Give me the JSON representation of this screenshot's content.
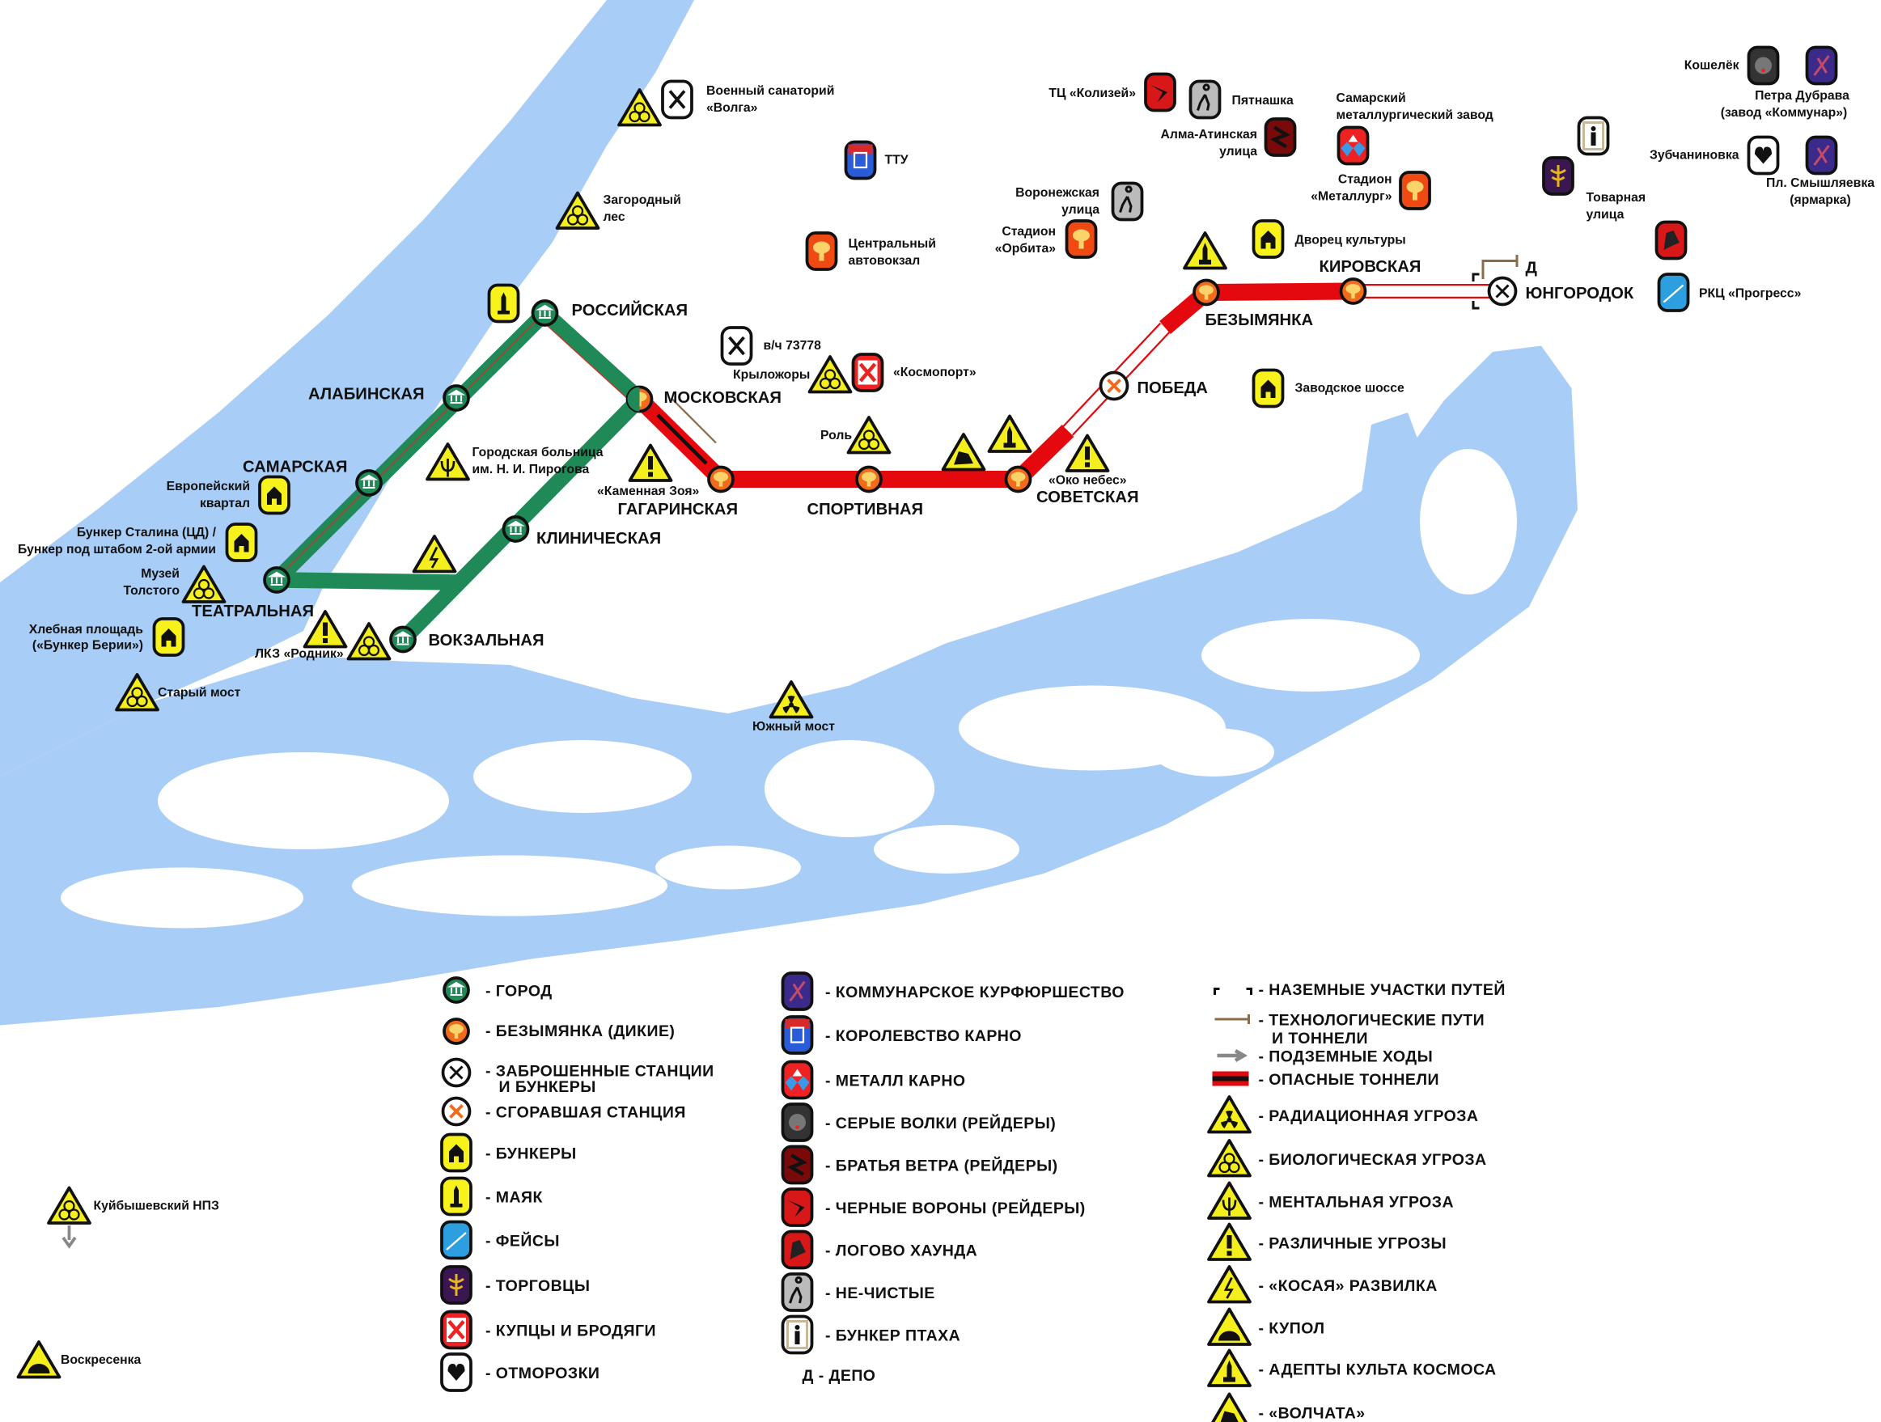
{
  "colors": {
    "water": "#a8cdf7",
    "city_line": "#1f8a57",
    "bez_line": "#e4090f",
    "triangle": "#f4ee1c",
    "bunker": "#f7f21c"
  },
  "stations": {
    "rossiyskaya": "РОССИЙСКАЯ",
    "alabinskaya": "АЛАБИНСКАЯ",
    "samarskaya": "САМАРСКАЯ",
    "teatralnaya": "ТЕАТРАЛЬНАЯ",
    "klinicheskaya": "КЛИНИЧЕСКАЯ",
    "vokzalnaya": "ВОКЗАЛЬНАЯ",
    "moskovskaya": "МОСКОВСКАЯ",
    "gagarinskaya": "ГАГАРИНСКАЯ",
    "sportivnaya": "СПОРТИВНАЯ",
    "sovetskaya": "СОВЕТСКАЯ",
    "pobeda": "ПОБЕДА",
    "bezymyanka": "БЕЗЫМЯНКА",
    "kirovskaya": "КИРОВСКАЯ",
    "yungorodok": "ЮНГОРОДОК",
    "depot": "Д"
  },
  "pois": {
    "sanatoriy": [
      "Военный санаторий",
      "«Волга»"
    ],
    "zagorodny": [
      "Загородный",
      "лес"
    ],
    "ttu": "ТТУ",
    "avtovokzal": [
      "Центральный",
      "автовокзал"
    ],
    "vch": "в/ч 73778",
    "krylozhory": "Крыложоры",
    "kosmoport": "«Космопорт»",
    "rol": "Роль",
    "oko": "«Око небес»",
    "kamennaya": "«Каменная Зоя»",
    "bolnica": [
      "Городская больница",
      "им. Н. И. Пирогова"
    ],
    "evropeysky": [
      "Европейский",
      "квартал"
    ],
    "stalin": [
      "Бункер Сталина (ЦД) /",
      "Бункер под штабом 2-ой армии"
    ],
    "muzey": [
      "Музей",
      "Толстого"
    ],
    "hlebnaya": [
      "Хлебная площадь",
      "(«Бункер Берии»)"
    ],
    "lkz": "ЛКЗ «Родник»",
    "stary_most": "Старый мост",
    "yuzhny_most": "Южный мост",
    "kolizey": "ТЦ «Колизей»",
    "pyatnashka": "Пятнашка",
    "alma": [
      "Алма-Атинская",
      "улица"
    ],
    "metzavod": [
      "Самарский",
      "металлургический завод"
    ],
    "voronezh": [
      "Воронежская",
      "улица"
    ],
    "orbita": [
      "Стадион",
      "«Орбита»"
    ],
    "metallurg": [
      "Стадион",
      "«Металлург»"
    ],
    "dvorec": "Дворец культуры",
    "zavodskoe": "Заводское шоссе",
    "koshelek": "Кошелёк",
    "dubrava": [
      "Петра Дубрава",
      "(завод «Коммунар»)"
    ],
    "zubchaninovka": "Зубчаниновка",
    "smyshlyaevka": [
      "Пл. Смышляевка",
      "(ярмарка)"
    ],
    "tovarnaya": [
      "Товарная",
      "улица"
    ],
    "progress": "РКЦ «Прогресс»",
    "npz": "Куйбышевский НПЗ",
    "voskresenka": "Воскресенка"
  },
  "legend": {
    "col1": [
      {
        "icon": "city",
        "label": [
          "- ГОРОД"
        ]
      },
      {
        "icon": "bez",
        "label": [
          "- БЕЗЫМЯНКА (ДИКИЕ)"
        ]
      },
      {
        "icon": "abandoned",
        "label": [
          "- ЗАБРОШЕННЫЕ СТАНЦИИ",
          "И БУНКЕРЫ"
        ]
      },
      {
        "icon": "burned",
        "label": [
          "- СГОРАВШАЯ СТАНЦИЯ"
        ]
      },
      {
        "icon": "bunker",
        "label": [
          "- БУНКЕРЫ"
        ]
      },
      {
        "icon": "mayak",
        "label": [
          "- МАЯК"
        ]
      },
      {
        "icon": "feisy",
        "label": [
          "- ФЕЙСЫ"
        ]
      },
      {
        "icon": "torgovcy",
        "label": [
          "- ТОРГОВЦЫ"
        ]
      },
      {
        "icon": "kupcy",
        "label": [
          "- КУПЦЫ И БРОДЯГИ"
        ]
      },
      {
        "icon": "otmorozki",
        "label": [
          "- ОТМОРОЗКИ"
        ]
      }
    ],
    "col2": [
      {
        "icon": "kommunar",
        "label": "- КОММУНАРСКОЕ КУРФЮРШЕСТВО"
      },
      {
        "icon": "karno",
        "label": "- КОРОЛЕВСТВО КАРНО"
      },
      {
        "icon": "metall",
        "label": "- МЕТАЛЛ КАРНО"
      },
      {
        "icon": "wolves",
        "label": "- СЕРЫЕ ВОЛКИ (РЕЙДЕРЫ)"
      },
      {
        "icon": "brothers",
        "label": "- БРАТЬЯ ВЕТРА (РЕЙДЕРЫ)"
      },
      {
        "icon": "crows",
        "label": "- ЧЕРНЫЕ ВОРОНЫ (РЕЙДЕРЫ)"
      },
      {
        "icon": "hound",
        "label": "- ЛОГОВО ХАУНДА"
      },
      {
        "icon": "nechistye",
        "label": "- НЕ-ЧИСТЫЕ"
      },
      {
        "icon": "ptah",
        "label": "- БУНКЕР ПТАХА"
      },
      {
        "icon": "depot",
        "label": "Д - ДЕПО"
      }
    ],
    "col3": [
      {
        "icon": "surface",
        "label": [
          "- НАЗЕМНЫЕ УЧАСТКИ ПУТЕЙ"
        ]
      },
      {
        "icon": "tech",
        "label": [
          "- ТЕХНОЛОГИЧЕСКИЕ ПУТИ",
          "И ТОННЕЛИ"
        ]
      },
      {
        "icon": "underground",
        "label": [
          "- ПОДЗЕМНЫЕ ХОДЫ"
        ]
      },
      {
        "icon": "danger",
        "label": [
          "- ОПАСНЫЕ ТОННЕЛИ"
        ]
      },
      {
        "icon": "radiation",
        "label": [
          "- РАДИАЦИОННАЯ УГРОЗА"
        ]
      },
      {
        "icon": "bio",
        "label": [
          "- БИОЛОГИЧЕСКАЯ УГРОЗА"
        ]
      },
      {
        "icon": "mental",
        "label": [
          "- МЕНТАЛЬНАЯ УГРОЗА"
        ]
      },
      {
        "icon": "various",
        "label": [
          "- РАЗЛИЧНЫЕ УГРОЗЫ"
        ]
      },
      {
        "icon": "kosaya",
        "label": [
          "- «КОСАЯ» РАЗВИЛКА"
        ]
      },
      {
        "icon": "kupol",
        "label": [
          "- КУПОЛ"
        ]
      },
      {
        "icon": "kult",
        "label": [
          "- АДЕПТЫ КУЛЬТА КОСМОСА"
        ]
      },
      {
        "icon": "volchata",
        "label": [
          "- «ВОЛЧАТА»"
        ]
      }
    ]
  }
}
